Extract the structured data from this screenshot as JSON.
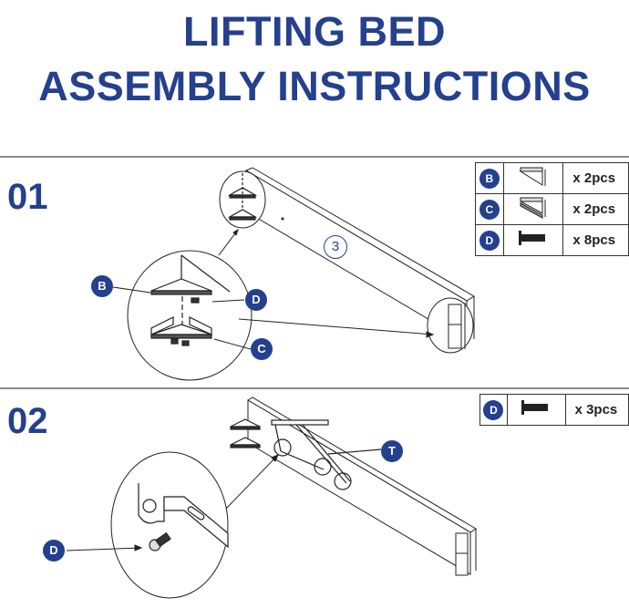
{
  "title": {
    "line1": "LIFTING BED",
    "line2": "ASSEMBLY INSTRUCTIONS"
  },
  "accent_color": "#24408e",
  "steps": [
    {
      "number": "01",
      "part_number": "3",
      "parts": [
        {
          "label": "B",
          "icon": "bracket-b-icon",
          "qty": "x 2pcs"
        },
        {
          "label": "C",
          "icon": "bracket-c-icon",
          "qty": "x 2pcs"
        },
        {
          "label": "D",
          "icon": "screw-icon",
          "qty": "x 8pcs"
        }
      ],
      "callouts": [
        "B",
        "D",
        "C"
      ]
    },
    {
      "number": "02",
      "parts": [
        {
          "label": "D",
          "icon": "screw-icon",
          "qty": "x 3pcs"
        }
      ],
      "callouts": [
        "T",
        "D"
      ]
    }
  ]
}
